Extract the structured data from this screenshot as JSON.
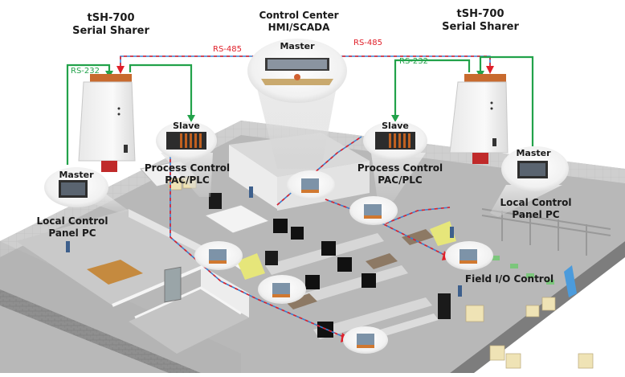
{
  "diagram": {
    "title": "Serial sharing network in a factory",
    "nodes": {
      "sharer_left": {
        "title_line1": "tSH-700",
        "title_line2": "Serial Sharer"
      },
      "sharer_right": {
        "title_line1": "tSH-700",
        "title_line2": "Serial Sharer"
      },
      "control_center": {
        "title_line1": "Control Center",
        "title_line2": "HMI/SCADA",
        "role": "Master"
      },
      "plc_left": {
        "role": "Slave",
        "title_line1": "Process Control",
        "title_line2": "PAC/PLC"
      },
      "plc_right": {
        "role": "Slave",
        "title_line1": "Process Control",
        "title_line2": "PAC/PLC"
      },
      "panel_left": {
        "role": "Master",
        "title_line1": "Local Control",
        "title_line2": "Panel PC"
      },
      "panel_right": {
        "role": "Master",
        "title_line1": "Local Control",
        "title_line2": "Panel PC"
      },
      "field_io": {
        "title": "Field I/O Control"
      }
    },
    "links": {
      "rs485_left": "RS-485",
      "rs485_right": "RS-485",
      "rs232_left": "RS-232",
      "rs232_right": "RS-232"
    },
    "colors": {
      "rs485_red": "#e0202a",
      "rs485_blue": "#3a7fd0",
      "rs232_green": "#22a24a",
      "floor": "#b9b9b9",
      "wall": "#8e8e8e"
    }
  }
}
